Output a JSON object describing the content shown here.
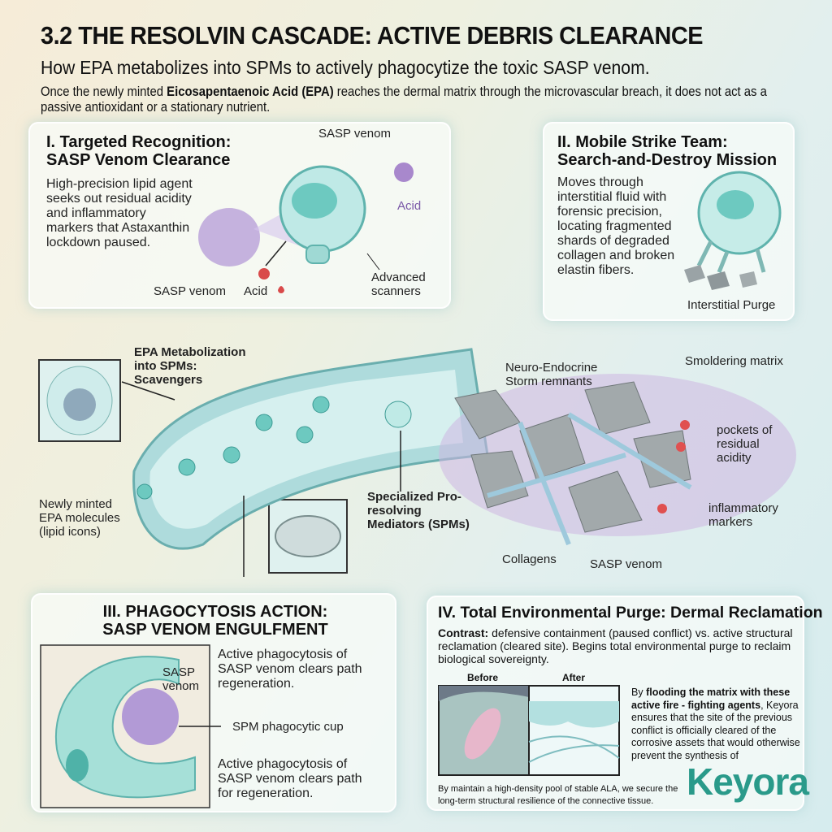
{
  "header": {
    "title": "3.2 THE RESOLVIN CASCADE: ACTIVE DEBRIS CLEARANCE",
    "subtitle": "How EPA metabolizes into SPMs to actively phagocytize the toxic SASP venom.",
    "intro_pre": "Once the newly minted ",
    "intro_bold": "Eicosapentaenoic Acid (EPA)",
    "intro_post": " reaches the dermal matrix through the microvascular breach, it does not act as a passive antioxidant or a stationary nutrient."
  },
  "panel1": {
    "title_line1": "I. Targeted Recognition:",
    "title_line2": "SASP Venom Clearance",
    "text": "High-precision lipid agent seeks out residual acidity and inflammatory markers that Astaxanthin lockdown paused.",
    "labels": {
      "sasp_top": "SASP venom",
      "acid_right": "Acid",
      "sasp_left": "SASP venom",
      "acid_bottom": "Acid",
      "scanners": "Advanced scanners"
    }
  },
  "panel2": {
    "title_line1": "II. Mobile Strike Team:",
    "title_line2": "Search-and-Destroy Mission",
    "text": "Moves through interstitial fluid with forensic precision, locating fragmented shards of degraded collagen and broken elastin fibers.",
    "label": "Interstitial Purge"
  },
  "middle": {
    "epa_metab": "EPA Metabolization into SPMs: Scavengers",
    "newly": "Newly minted EPA molecules (lipid icons)",
    "spm": "Specialized Pro-resolving Mediators (SPMs)",
    "neuro": "Neuro-Endocrine Storm remnants",
    "smoldering": "Smoldering matrix",
    "pockets": "pockets of residual acidity",
    "inflam": "inflammatory markers",
    "collagens": "Collagens",
    "sasp": "SASP venom"
  },
  "panel3": {
    "title_line1": "III. PHAGOCYTOSIS ACTION:",
    "title_line2": "SASP VENOM ENGULFMENT",
    "sasp": "SASP venom",
    "text1": "Active phagocytosis of SASP venom clears path regeneration.",
    "cup": "SPM phagocytic cup",
    "text2": "Active phagocytosis of SASP venom clears path for regeneration."
  },
  "panel4": {
    "title": "IV. Total Environmental Purge: Dermal Reclamation",
    "contrast_bold": "Contrast:",
    "contrast": " defensive containment (paused conflict) vs. active structural reclamation (cleared site). Begins total environmental purge to reclaim biological sovereignty.",
    "before": "Before",
    "after": "After",
    "para_pre": "By ",
    "para_bold": "flooding the matrix with these active fire - fighting agents",
    "para_post": ", Keyora ensures that the site of the previous conflict is officially cleared of the corrosive assets that would otherwise prevent the synthesis of",
    "footer": "By maintain a high-density pool of stable ALA, we secure the long-term structural resilience of the connective tissue."
  },
  "brand": {
    "logo": "Keyora",
    "color": "#2a9a8a"
  }
}
